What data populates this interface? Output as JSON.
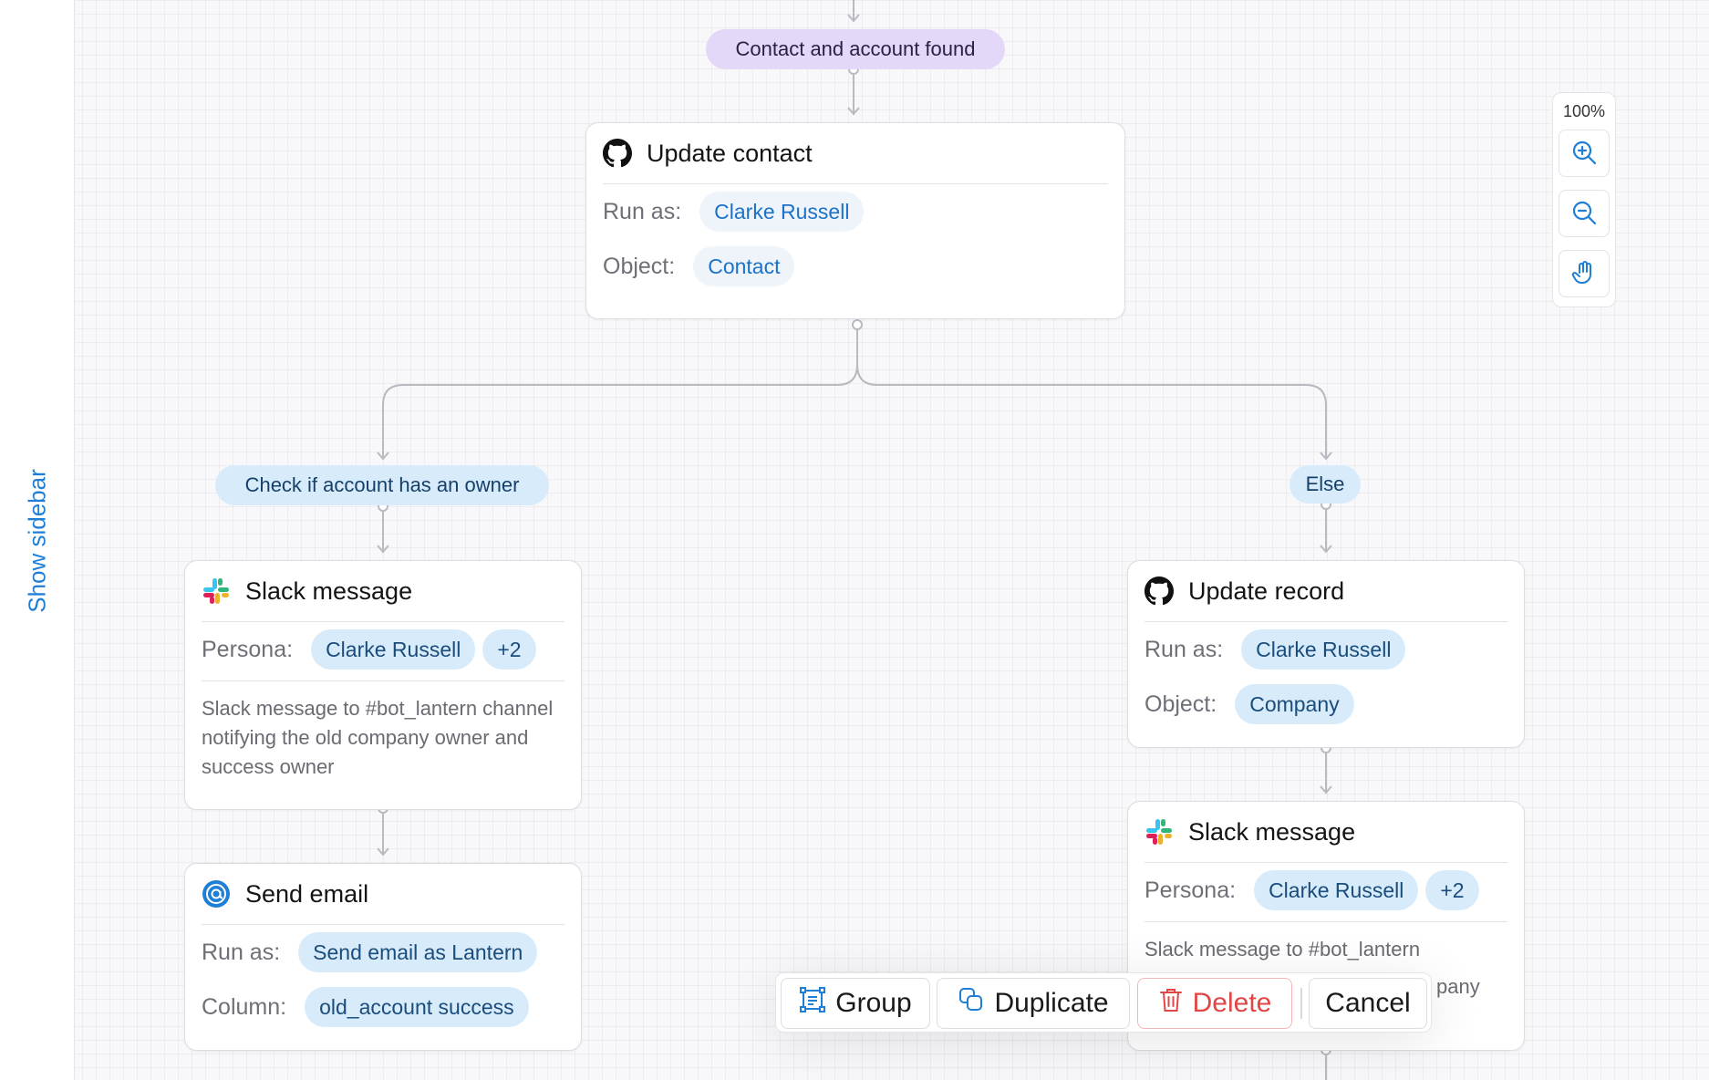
{
  "sidebar": {
    "toggle_label": "Show sidebar"
  },
  "zoom": {
    "level": "100%"
  },
  "flow": {
    "top_condition": "Contact and account found",
    "update_contact": {
      "title": "Update contact",
      "run_as_label": "Run as:",
      "run_as_value": "Clarke Russell",
      "object_label": "Object:",
      "object_value": "Contact"
    },
    "branch_left": "Check if account has an owner",
    "branch_right": "Else",
    "slack_left": {
      "title": "Slack message",
      "persona_label": "Persona:",
      "persona_value": "Clarke Russell",
      "persona_extra": "+2",
      "description": "Slack message to #bot_lantern channel notifying the old company owner and success owner"
    },
    "send_email": {
      "title": "Send email",
      "run_as_label": "Run as:",
      "run_as_value": "Send email as Lantern",
      "column_label": "Column:",
      "column_value": "old_account success"
    },
    "update_record": {
      "title": "Update record",
      "run_as_label": "Run as:",
      "run_as_value": "Clarke Russell",
      "object_label": "Object:",
      "object_value": "Company"
    },
    "slack_right": {
      "title": "Slack message",
      "persona_label": "Persona:",
      "persona_value": "Clarke Russell",
      "persona_extra": "+2",
      "description_line1": "Slack message to #bot_lantern",
      "description_partial": "pany"
    }
  },
  "actions": {
    "group": "Group",
    "duplicate": "Duplicate",
    "delete": "Delete",
    "cancel": "Cancel"
  },
  "colors": {
    "accent_blue": "#1f7fd6",
    "pill_purple": "#e3d8f8",
    "pill_blue": "#d7ebfb",
    "danger": "#e14646",
    "connector": "#b9b9c2"
  },
  "icons": {
    "update_contact": "github-icon",
    "update_record": "github-icon",
    "slack": "slack-icon",
    "send_email": "at-sign-icon",
    "zoom_in": "zoom-in-icon",
    "zoom_out": "zoom-out-icon",
    "pan": "hand-icon",
    "group": "group-icon",
    "duplicate": "duplicate-icon",
    "delete": "trash-icon"
  }
}
